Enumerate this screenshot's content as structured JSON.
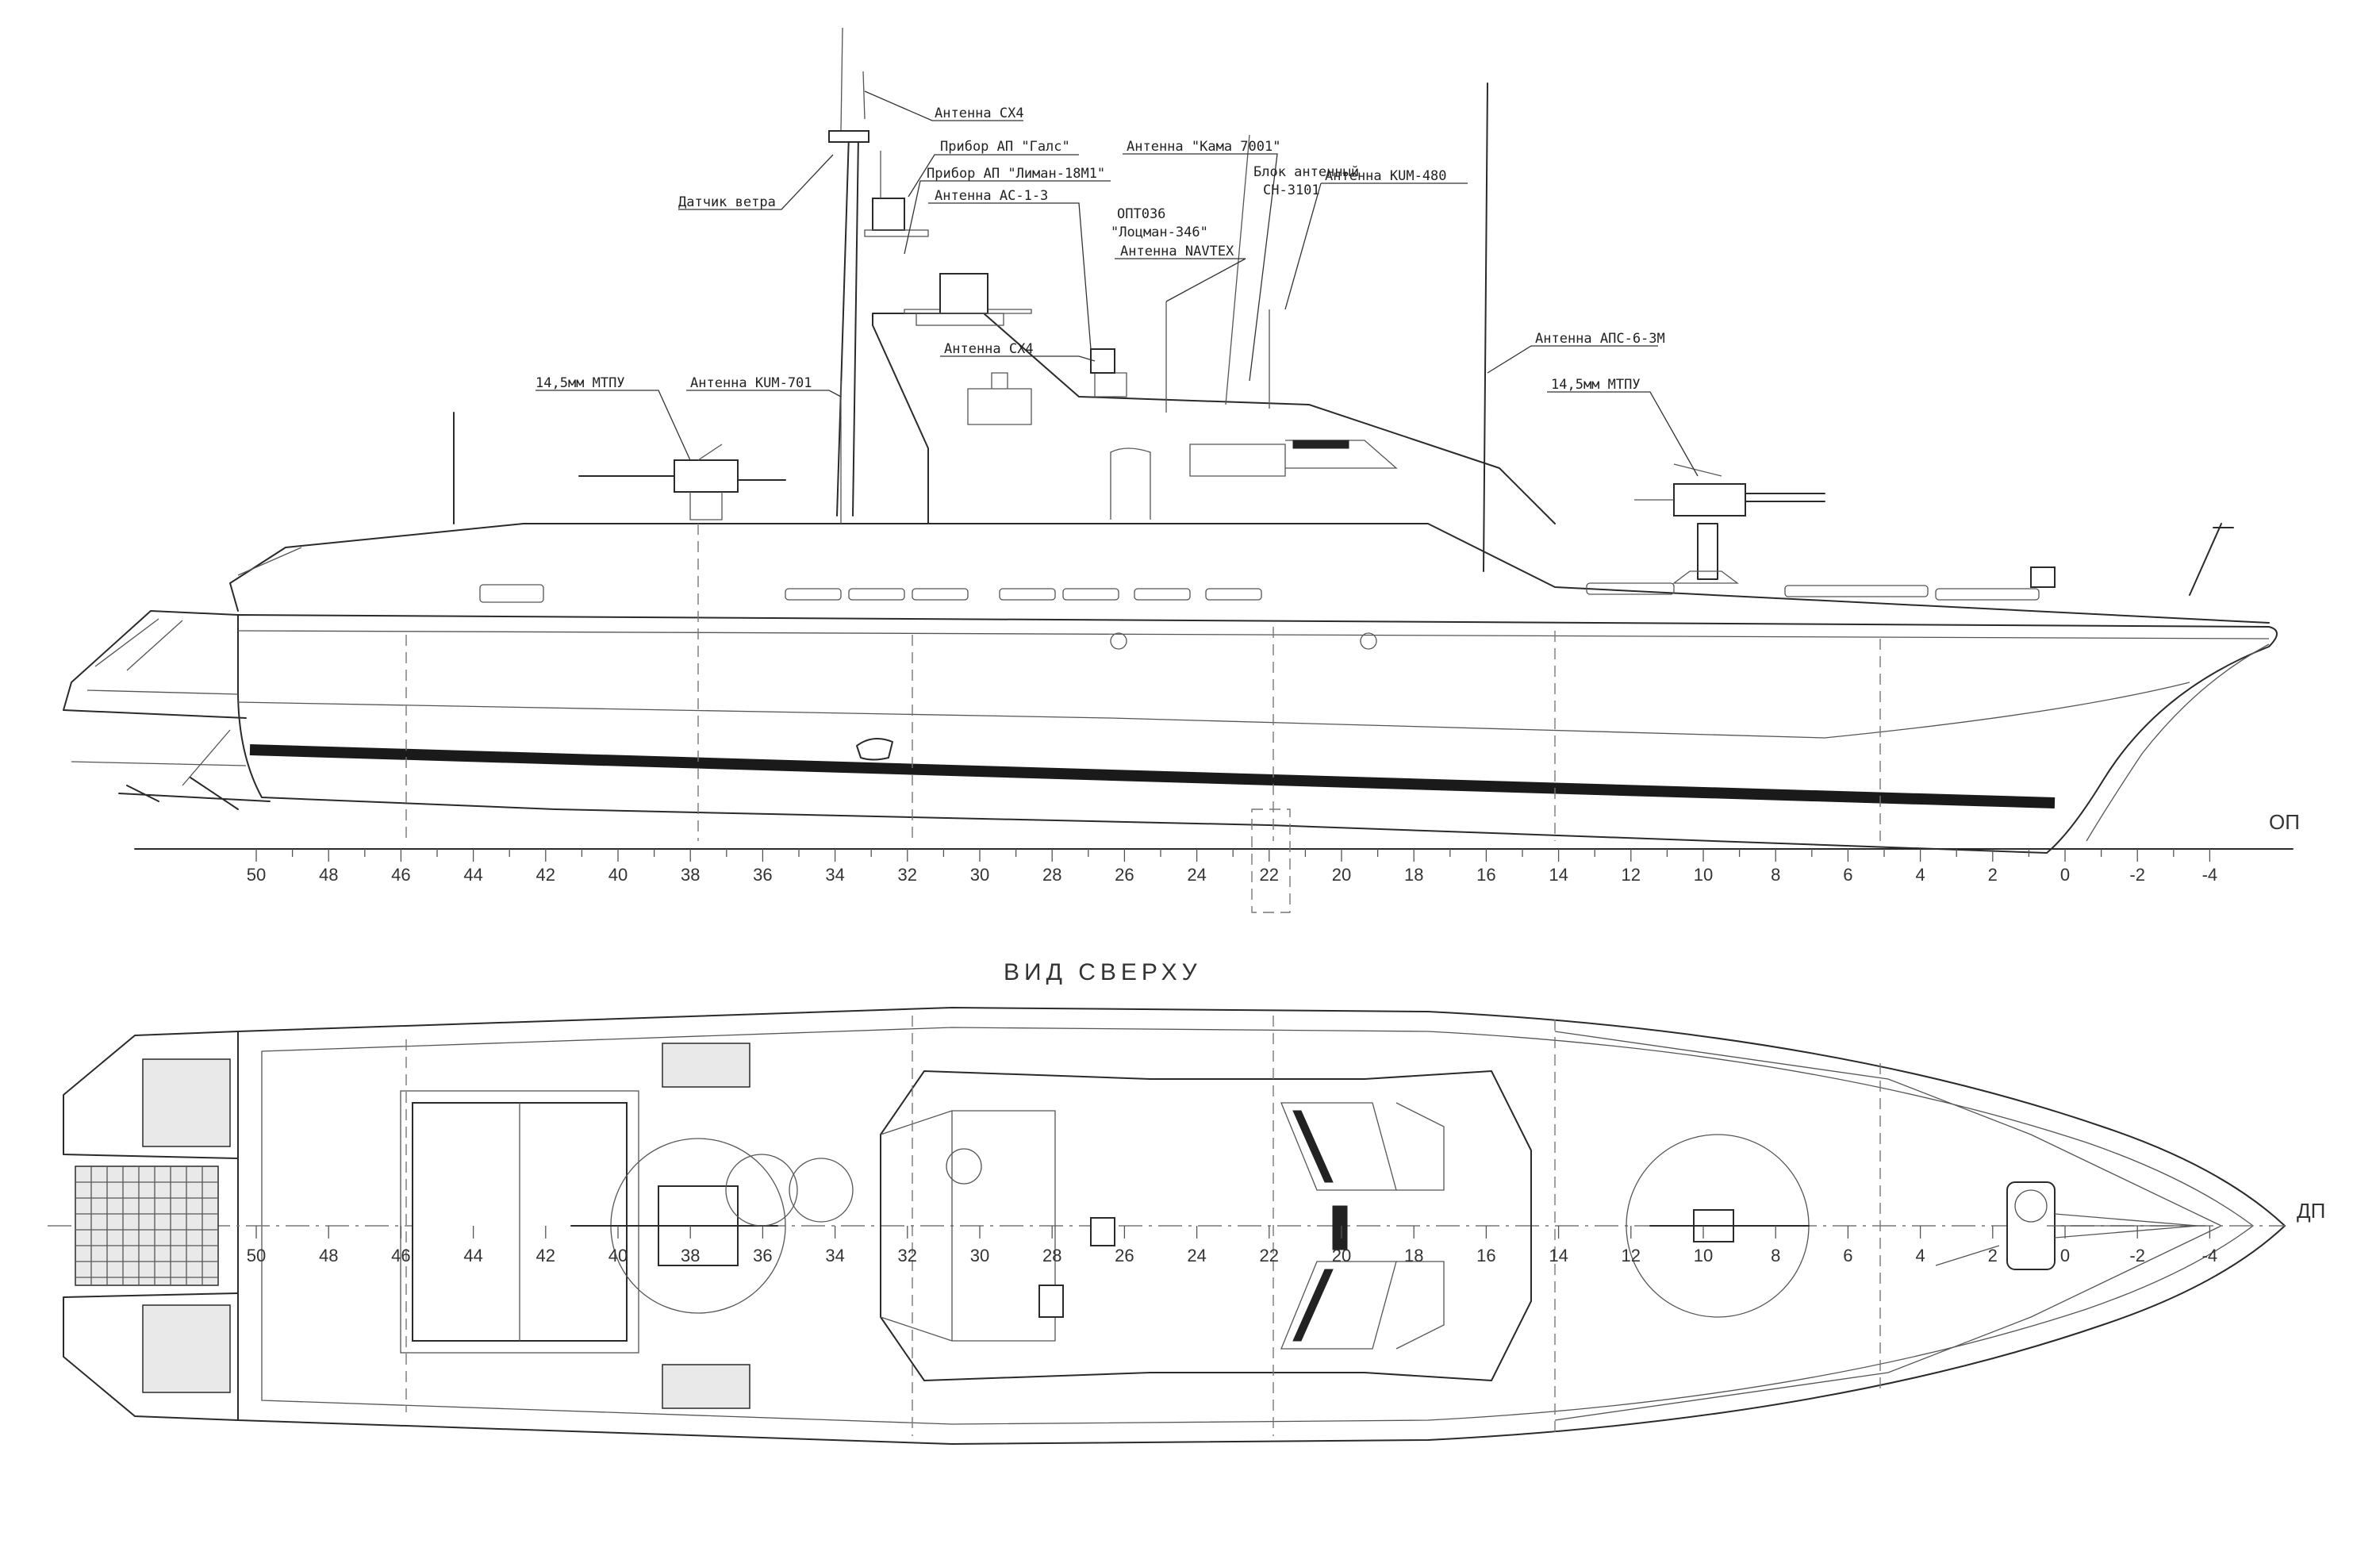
{
  "callouts": [
    "Антенна СХ4",
    "Прибор АП \"Галс\"",
    "Прибор АП \"Лиман-18М1\"",
    "Антенна АС-1-3",
    "Датчик ветра",
    "Антенна \"Кама 7001\"",
    "Блок антенный",
    "СН-3101",
    "ОПТ036",
    "\"Лоцман-346\"",
    "Антенна NAVTEX",
    "Антенна KUM-480",
    "Антенна СХ4",
    "Антенна АПС-6-3М",
    "14,5мм  МТПУ",
    "Антенна KUM-701",
    "14,5мм  МТПУ"
  ],
  "side_view": {
    "baseline_label": "ОП",
    "frame_labels": [
      "50",
      "48",
      "46",
      "44",
      "42",
      "40",
      "38",
      "36",
      "34",
      "32",
      "30",
      "28",
      "26",
      "24",
      "22",
      "20",
      "18",
      "16",
      "14",
      "12",
      "10",
      "8",
      "6",
      "4",
      "2",
      "0",
      "-2",
      "-4"
    ]
  },
  "top_view": {
    "title": "ВИД   СВЕРХУ",
    "centerline_label": "ДП",
    "frame_labels": [
      "50",
      "48",
      "46",
      "44",
      "42",
      "40",
      "38",
      "36",
      "34",
      "32",
      "30",
      "28",
      "26",
      "24",
      "22",
      "20",
      "18",
      "16",
      "14",
      "12",
      "10",
      "8",
      "6",
      "4",
      "2",
      "0",
      "-2",
      "-4"
    ]
  }
}
